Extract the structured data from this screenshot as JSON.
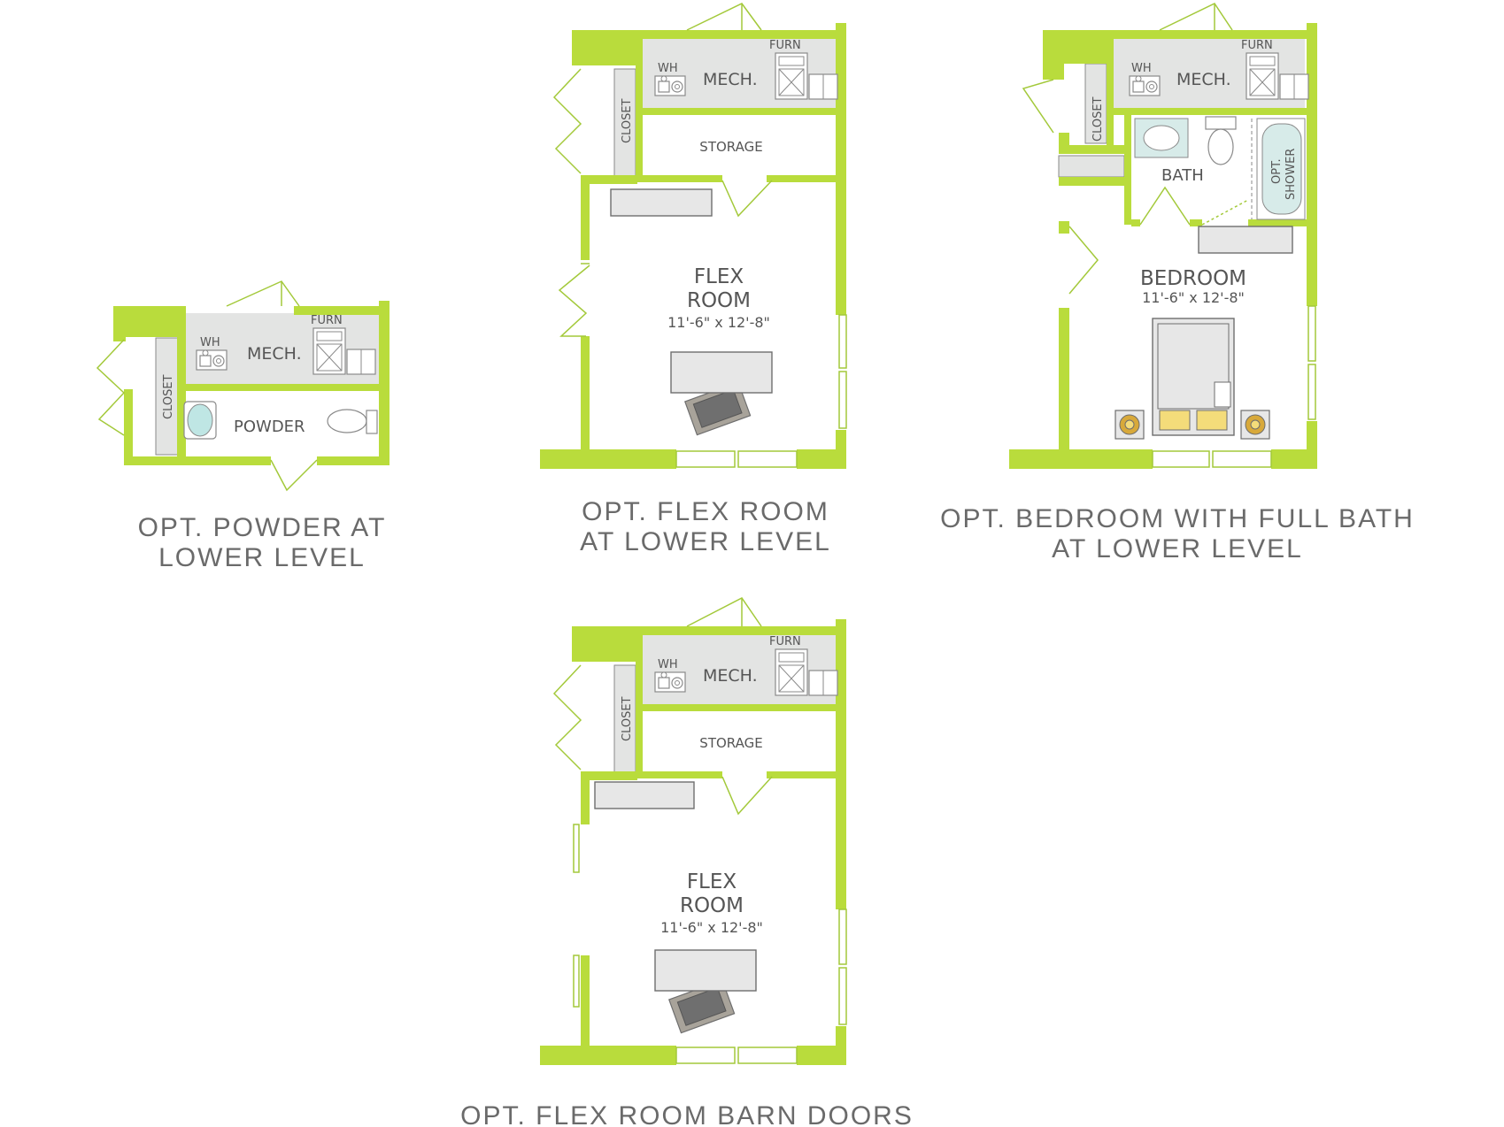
{
  "colors": {
    "wall": "#b9dc3c",
    "fill": "#e3e4e3",
    "line": "#8a8a8a",
    "door": "#a3c93a",
    "label": "#555555",
    "caption": "#6a6a6a",
    "fixture_accent": "#d8a93a"
  },
  "plans": {
    "powder": {
      "closet": "CLOSET",
      "wh": "WH",
      "furn": "FURN",
      "mech": "MECH.",
      "powder": "POWDER",
      "caption_line1": "OPT. POWDER AT",
      "caption_line2": "LOWER LEVEL"
    },
    "flex": {
      "closet": "CLOSET",
      "wh": "WH",
      "furn": "FURN",
      "mech": "MECH.",
      "storage": "STORAGE",
      "room_line1": "FLEX",
      "room_line2": "ROOM",
      "dims": "11'-6\" x 12'-8\"",
      "caption_line1": "OPT. FLEX ROOM",
      "caption_line2": "AT LOWER LEVEL"
    },
    "bedroom": {
      "closet": "CLOSET",
      "wh": "WH",
      "furn": "FURN",
      "mech": "MECH.",
      "bath": "BATH",
      "shower_line1": "OPT.",
      "shower_line2": "SHOWER",
      "room": "BEDROOM",
      "dims": "11'-6\" x 12'-8\"",
      "caption_line1": "OPT. BEDROOM WITH FULL BATH",
      "caption_line2": "AT LOWER LEVEL"
    },
    "barn": {
      "closet": "CLOSET",
      "wh": "WH",
      "furn": "FURN",
      "mech": "MECH.",
      "storage": "STORAGE",
      "room_line1": "FLEX",
      "room_line2": "ROOM",
      "dims": "11'-6\" x 12'-8\"",
      "caption_line1": "OPT. FLEX ROOM BARN DOORS"
    }
  }
}
